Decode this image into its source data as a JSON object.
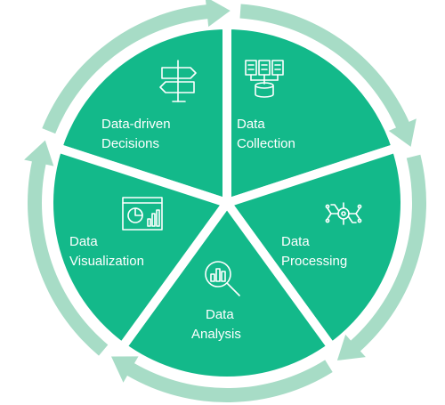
{
  "diagram": {
    "colors": {
      "segment": "#13b98a",
      "ring": "#a7dcc6",
      "divider": "#ffffff",
      "text": "#ffffff"
    },
    "segments": [
      {
        "id": "decisions",
        "line1": "Data-driven",
        "line2": "Decisions",
        "icon": "signpost-icon"
      },
      {
        "id": "collection",
        "line1": "Data",
        "line2": "Collection",
        "icon": "database-servers-icon"
      },
      {
        "id": "processing",
        "line1": "Data",
        "line2": "Processing",
        "icon": "circuit-chip-icon"
      },
      {
        "id": "analysis",
        "line1": "Data",
        "line2": "Analysis",
        "icon": "magnifier-chart-icon"
      },
      {
        "id": "visualization",
        "line1": "Data",
        "line2": "Visualization",
        "icon": "dashboard-chart-icon"
      }
    ]
  }
}
